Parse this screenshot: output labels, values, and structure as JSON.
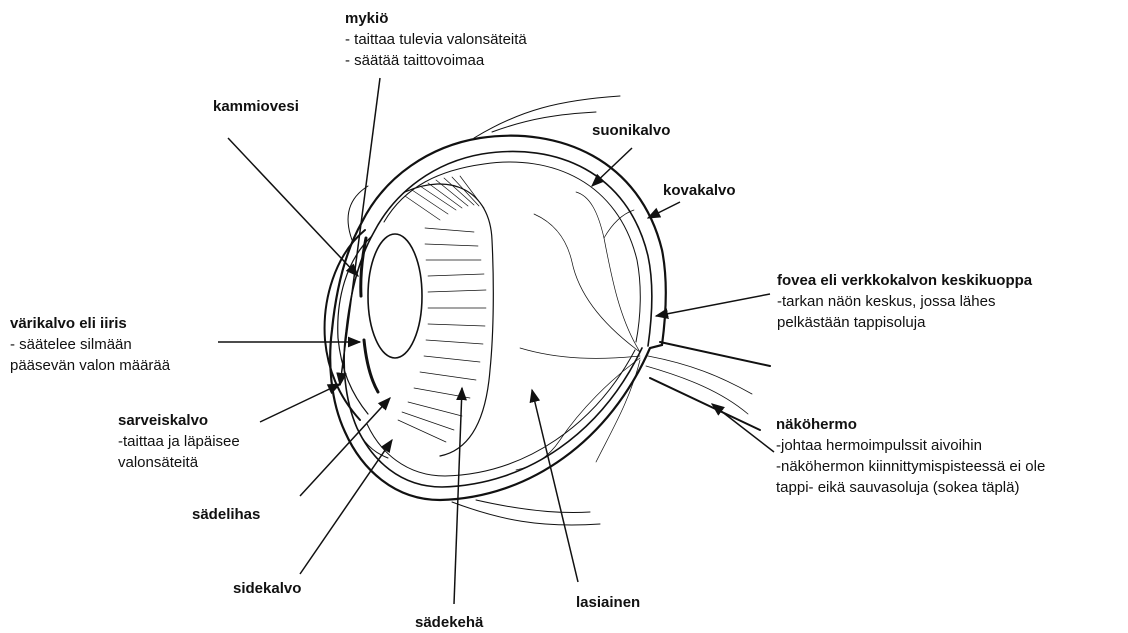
{
  "labels": {
    "mykio": {
      "title": "mykiö",
      "lines": [
        "- taittaa tulevia valonsäteitä",
        "- säätää taittovoimaa"
      ]
    },
    "kammiovesi": {
      "title": "kammiovesi"
    },
    "suonikalvo": {
      "title": "suonikalvo"
    },
    "kovakalvo": {
      "title": "kovakalvo"
    },
    "fovea": {
      "title": "fovea eli verkkokalvon keskikuoppa",
      "lines": [
        "-tarkan näön keskus, jossa lähes",
        "pelkästään tappisoluja"
      ]
    },
    "varikalvo": {
      "title": "värikalvo eli iiris",
      "lines": [
        "- säätelee silmään",
        "pääsevän valon määrää"
      ]
    },
    "sarveiskalvo": {
      "title": "sarveiskalvo",
      "lines": [
        "-taittaa ja läpäisee",
        "valonsäteitä"
      ]
    },
    "nakohermo": {
      "title": "näköhermo",
      "lines": [
        "-johtaa hermoimpulssit aivoihin",
        "-näköhermon kiinnittymispisteessä ei ole",
        "tappi- eikä sauvasoluja (sokea täplä)"
      ]
    },
    "sadelihas": {
      "title": "sädelihas"
    },
    "sidekalvo": {
      "title": "sidekalvo"
    },
    "lasiainen": {
      "title": "lasiainen"
    },
    "sadekeha": {
      "title": "sädekehä"
    }
  },
  "colors": {
    "ink": "#111111",
    "background": "#ffffff"
  }
}
